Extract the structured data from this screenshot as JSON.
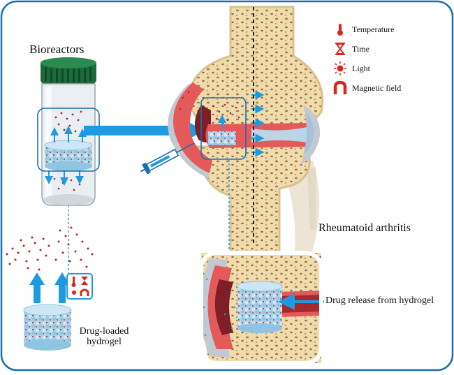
{
  "labels": {
    "bioreactors": "Bioreactors",
    "rheumatoid_arthritis": "Rheumatoid arthritis",
    "drug_release": "Drug release from hydrogel",
    "drug_loaded_hydrogel": "Drug-loaded hydrogel"
  },
  "legend": [
    {
      "label": "Temperature",
      "icon": "thermometer-icon"
    },
    {
      "label": "Time",
      "icon": "hourglass-icon"
    },
    {
      "label": "Light",
      "icon": "light-icon"
    },
    {
      "label": "Magnetic field",
      "icon": "magnet-icon"
    }
  ],
  "colors": {
    "frame": "#1a6fb0",
    "arrow": "#1e9be0",
    "bone": "#efdcae",
    "inflamed": "#e45a5a",
    "stimulus_red": "#d9261c",
    "hydrogel": "#a9d3ea",
    "cap": "#1c6b3c",
    "particles": "#a8282c"
  }
}
